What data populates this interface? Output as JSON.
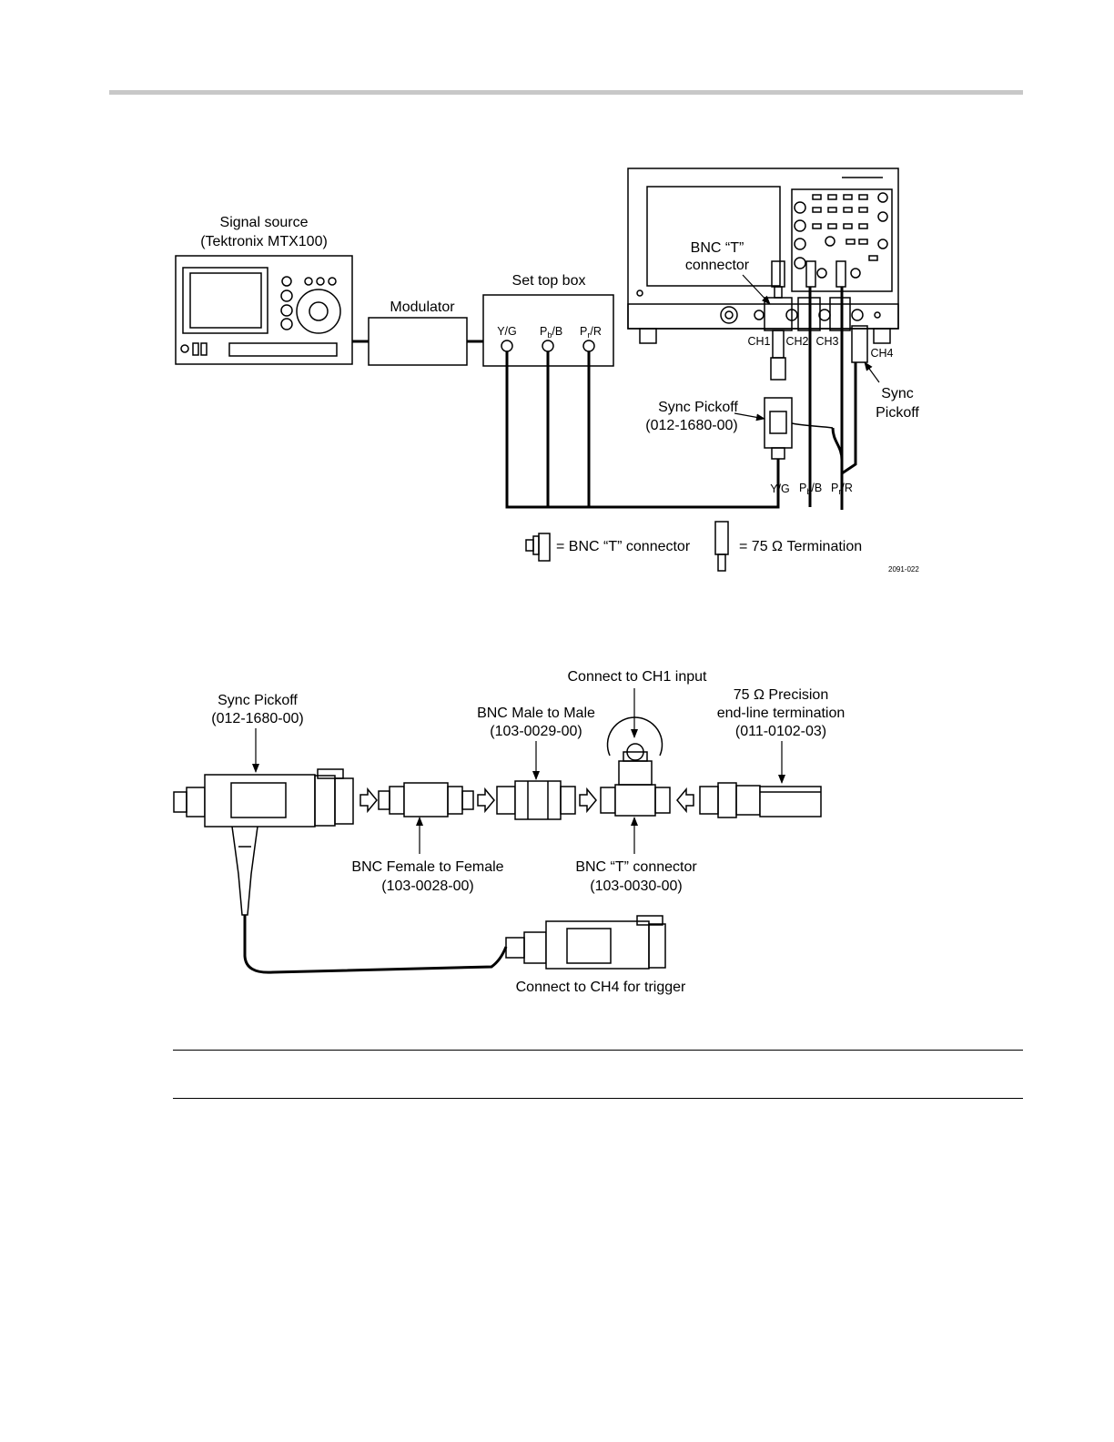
{
  "figure1": {
    "signal_source": "Signal source",
    "signal_source_model": "(Tektronix MTX100)",
    "modulator": "Modulator",
    "set_top_box": "Set top box",
    "stb_yg": "Y/G",
    "stb_pb_main": "P",
    "stb_pb_sub": "b",
    "stb_pb_tail": "/B",
    "stb_pr_main": "P",
    "stb_pr_sub": "r",
    "stb_pr_tail": "/R",
    "bnc_t_line1": "BNC “T”",
    "bnc_t_line2": "connector",
    "ch1": "CH1",
    "ch2": "CH2",
    "ch3": "CH3",
    "ch4": "CH4",
    "sync_pickoff_right_1": "Sync",
    "sync_pickoff_right_2": "Pickoff",
    "sync_pickoff_left_1": "Sync Pickoff",
    "sync_pickoff_left_2": "(012-1680-00)",
    "cable_yg": "Y/G",
    "cable_pb_main": "P",
    "cable_pb_sub": "b",
    "cable_pb_tail": "/B",
    "cable_pr_main": "P",
    "cable_pr_sub": "r",
    "cable_pr_tail": "/R",
    "legend_bnc_t": "= BNC “T” connector",
    "legend_termination": "= 75 Ω Termination",
    "figure_id": "2091-022"
  },
  "figure2": {
    "sync_pickoff_1": "Sync Pickoff",
    "sync_pickoff_2": "(012-1680-00)",
    "connect_ch1": "Connect to CH1 input",
    "male_to_male_1": "BNC Male to Male",
    "male_to_male_2": "(103-0029-00)",
    "termination_1": "75 Ω Precision",
    "termination_2": "end-line termination",
    "termination_3": "(011-0102-03)",
    "female_to_female_1": "BNC Female to Female",
    "female_to_female_2": "(103-0028-00)",
    "bnc_t_1": "BNC “T” connector",
    "bnc_t_2": "(103-0030-00)",
    "connect_ch4": "Connect to CH4 for trigger"
  }
}
